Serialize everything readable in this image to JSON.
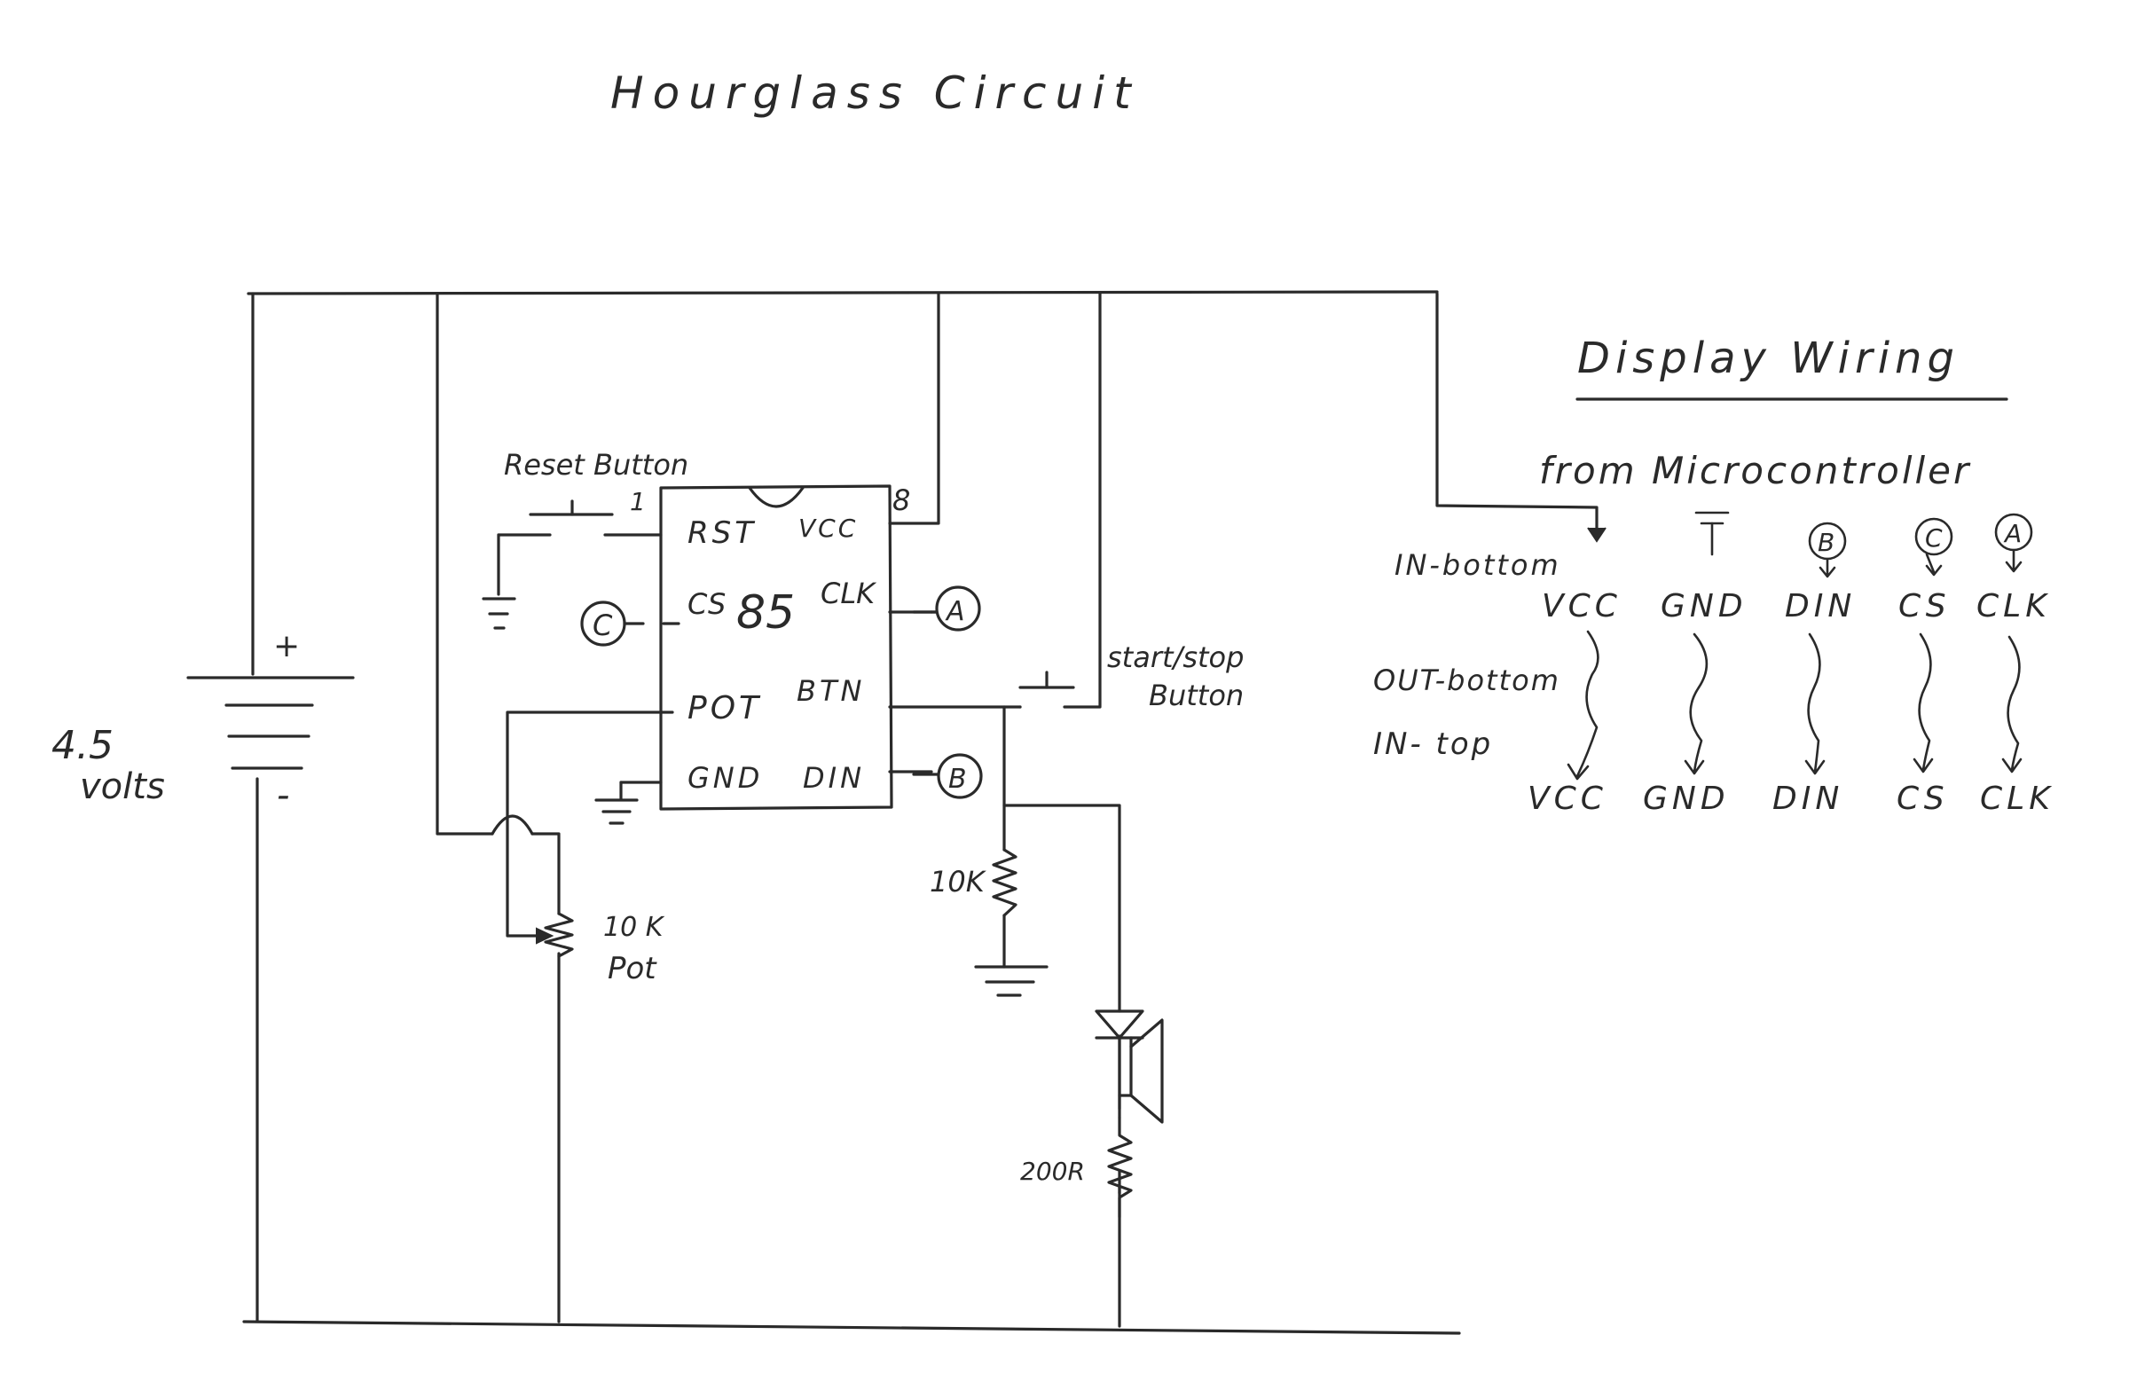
{
  "title": "Hourglass Circuit",
  "battery": {
    "voltage": "4.5",
    "unit": "volts",
    "plus": "+",
    "minus": "-"
  },
  "chip": {
    "label": "85",
    "pin1_number": "1",
    "pin8_number": "8",
    "pins": {
      "rst": "RST",
      "vcc": "VCC",
      "cs": "CS",
      "clk": "CLK",
      "pot": "POT",
      "btn": "BTN",
      "gnd": "GND",
      "din": "DIN"
    }
  },
  "reset_button": {
    "label": "Reset Button"
  },
  "start_button": {
    "label_line1": "start/stop",
    "label_line2": "Button"
  },
  "pot": {
    "value": "10 K",
    "label": "Pot"
  },
  "pulldown_resistor": {
    "value": "10K"
  },
  "led_resistor": {
    "value": "200R"
  },
  "connectors": {
    "a": "A",
    "b": "B",
    "c": "C"
  },
  "display_wiring": {
    "title": "Display Wiring",
    "subtitle": "from Microcontroller",
    "in_bottom": "IN-bottom",
    "out_bottom": "OUT-bottom",
    "in_top": "IN- top",
    "top_pins": [
      "VCC",
      "GND",
      "DIN",
      "CS",
      "CLK"
    ],
    "bottom_pins": [
      "VCC",
      "GND",
      "DIN",
      "CS",
      "CLK"
    ],
    "source_markers": [
      "B",
      "C",
      "A"
    ]
  },
  "colors": {
    "ink": "#2a2a2a",
    "paper": "#ffffff"
  }
}
